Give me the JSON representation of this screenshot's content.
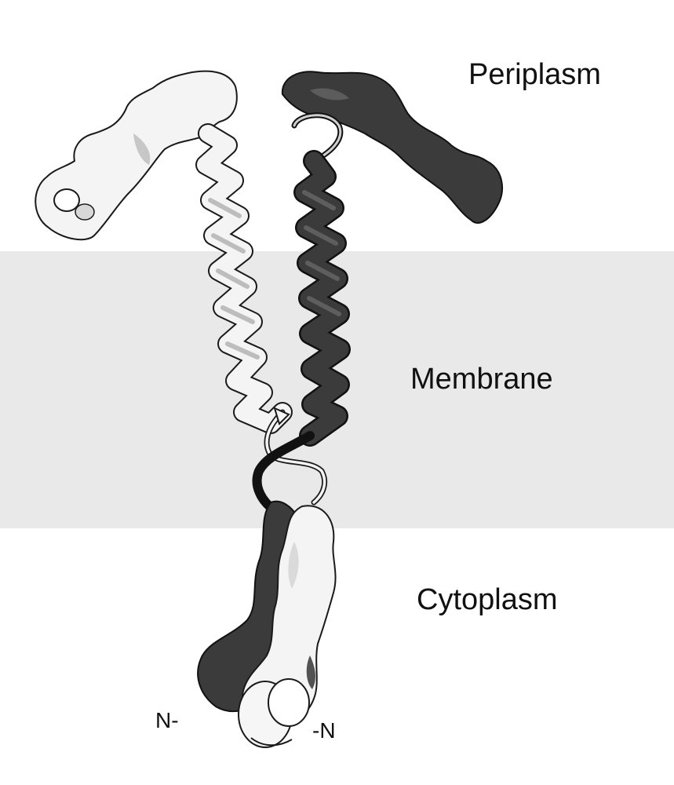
{
  "regions": {
    "periplasm": "Periplasm",
    "membrane": "Membrane",
    "cytoplasm": "Cytoplasm"
  },
  "termini": {
    "left": "N-",
    "right": "-N"
  },
  "colors": {
    "membrane_band": "#e9e9e9",
    "light_chain": "#f4f4f4",
    "dark_chain": "#3b3b3b",
    "outline": "#1a1a1a"
  }
}
